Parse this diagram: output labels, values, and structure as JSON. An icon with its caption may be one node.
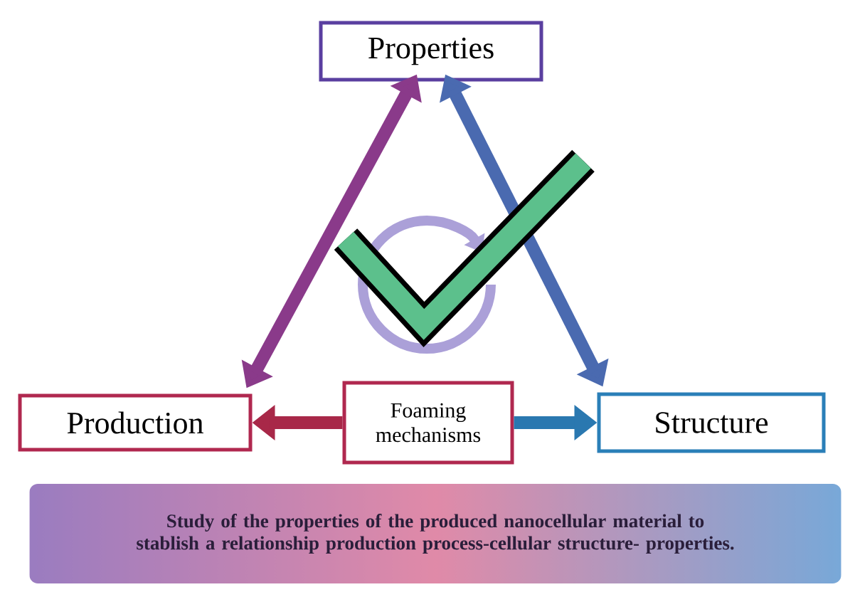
{
  "diagram": {
    "nodes": [
      {
        "text": [
          "Properties"
        ]
      },
      {
        "text": [
          "Production"
        ]
      },
      {
        "text": [
          "Foaming mechanisms"
        ]
      },
      {
        "text": [
          "Structure"
        ]
      },
      {
        "text": [
          "Study of the properties of the produced nanocellular material to stablish a relationship production process-cellular structure- properties."
        ]
      }
    ],
    "edges": [
      {
        "from": 0,
        "to": 1,
        "arrow": "both",
        "color": "#8a3a8a"
      },
      {
        "from": 0,
        "to": 3,
        "arrow": "both",
        "color": "#4a6ab0"
      },
      {
        "from": 2,
        "to": 1,
        "arrow": "to",
        "color": "#a82848"
      },
      {
        "from": 2,
        "to": 3,
        "arrow": "to",
        "color": "#2a78b0"
      }
    ]
  }
}
